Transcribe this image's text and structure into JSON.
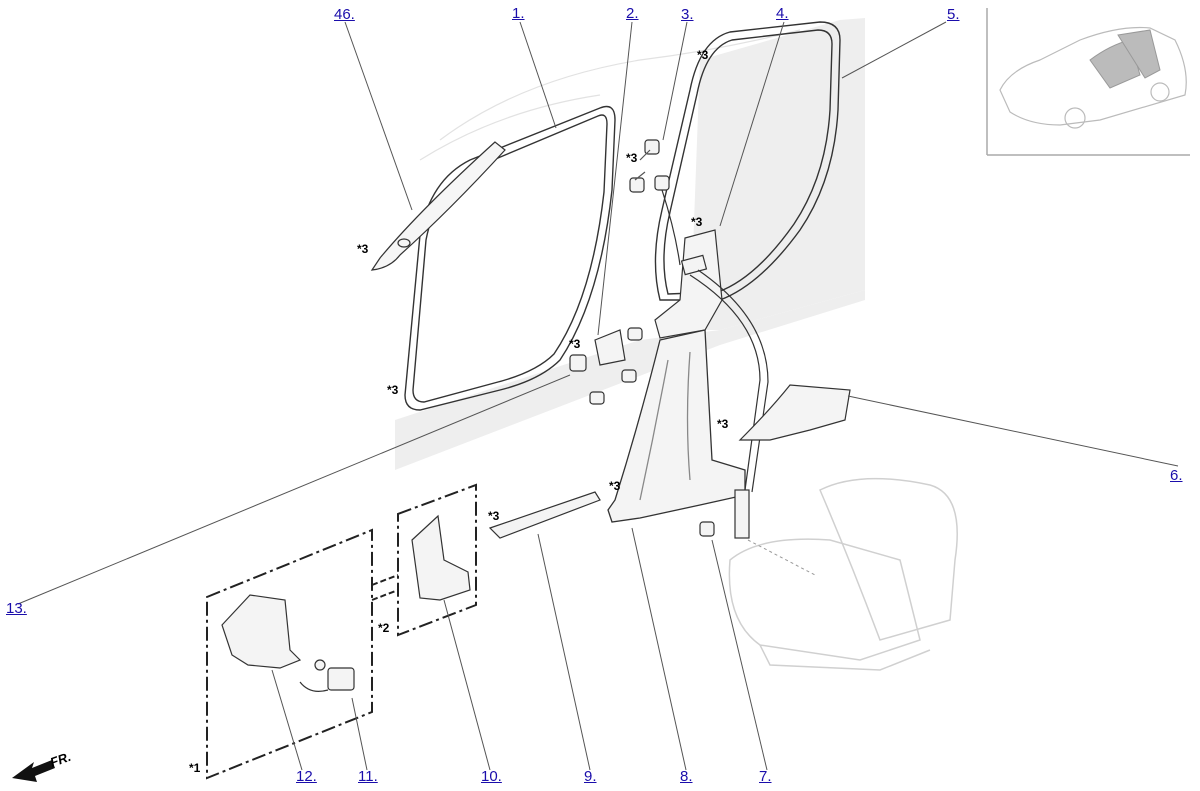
{
  "callouts": [
    {
      "id": "c46",
      "label": "46."
    },
    {
      "id": "c1",
      "label": "1."
    },
    {
      "id": "c2",
      "label": "2."
    },
    {
      "id": "c3",
      "label": "3."
    },
    {
      "id": "c4",
      "label": "4."
    },
    {
      "id": "c5",
      "label": "5."
    },
    {
      "id": "c6",
      "label": "6."
    },
    {
      "id": "c7",
      "label": "7."
    },
    {
      "id": "c8",
      "label": "8."
    },
    {
      "id": "c9",
      "label": "9."
    },
    {
      "id": "c10",
      "label": "10."
    },
    {
      "id": "c11",
      "label": "11."
    },
    {
      "id": "c12",
      "label": "12."
    },
    {
      "id": "c13",
      "label": "13."
    }
  ],
  "notes": {
    "star3": "*3",
    "star2": "*2",
    "star1": "*1"
  },
  "direction_label": "FR.",
  "colors": {
    "callout": "#1a0dab",
    "line": "#555555",
    "part": "#333333",
    "ghost": "#d8d8d8"
  }
}
